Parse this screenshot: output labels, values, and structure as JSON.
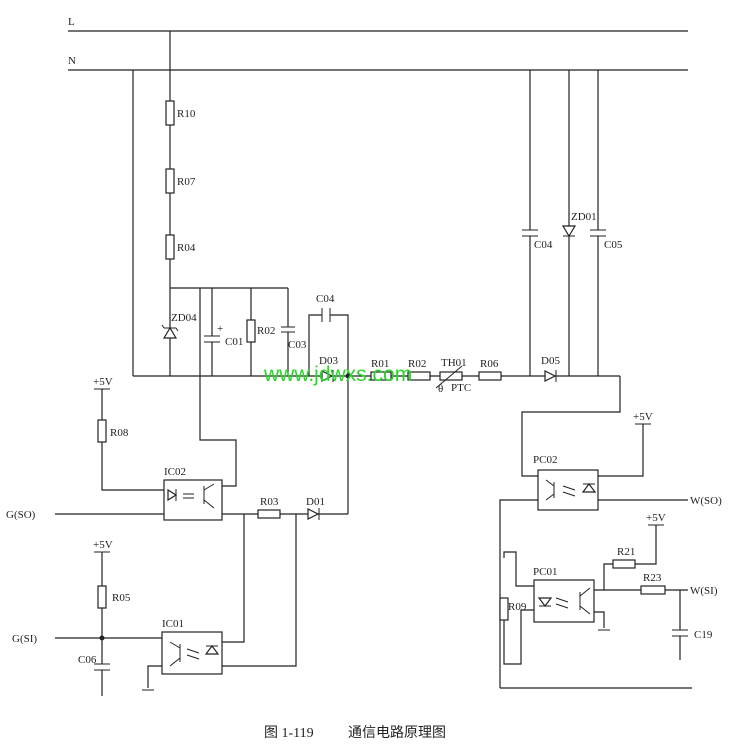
{
  "rails": {
    "live": "L",
    "neutral": "N"
  },
  "supply": {
    "left_top": "+5V",
    "left_bottom": "+5V",
    "right_top": "+5V",
    "right_bottom": "+5V"
  },
  "resistors": {
    "r10": "R10",
    "r07": "R07",
    "r04": "R04",
    "r02a": "R02",
    "r08": "R08",
    "r03": "R03",
    "r05": "R05",
    "r01": "R01",
    "r02b": "R02",
    "r06": "R06",
    "r21": "R21",
    "r23": "R23",
    "r09": "R09"
  },
  "capacitors": {
    "c01": "C01",
    "c03": "C03",
    "c04a": "C04",
    "c04b": "C04",
    "c05": "C05",
    "c06": "C06",
    "c19": "C19",
    "c01_polarity": "+"
  },
  "diodes": {
    "zd04": "ZD04",
    "d03": "D03",
    "d01": "D01",
    "d05": "D05",
    "zd01": "ZD01"
  },
  "thermistor": {
    "name": "TH01",
    "type": "PTC",
    "symbol": "θ"
  },
  "optocouplers": {
    "ic02": "IC02",
    "ic01": "IC01",
    "pc02": "PC02",
    "pc01": "PC01"
  },
  "signals": {
    "g_so": "G(SO)",
    "g_si": "G(SI)",
    "w_so": "W(SO)",
    "w_si": "W(SI)"
  },
  "watermark": "www.jdwxs.com",
  "caption": {
    "figure": "图 1-119",
    "title": "通信电路原理图"
  }
}
